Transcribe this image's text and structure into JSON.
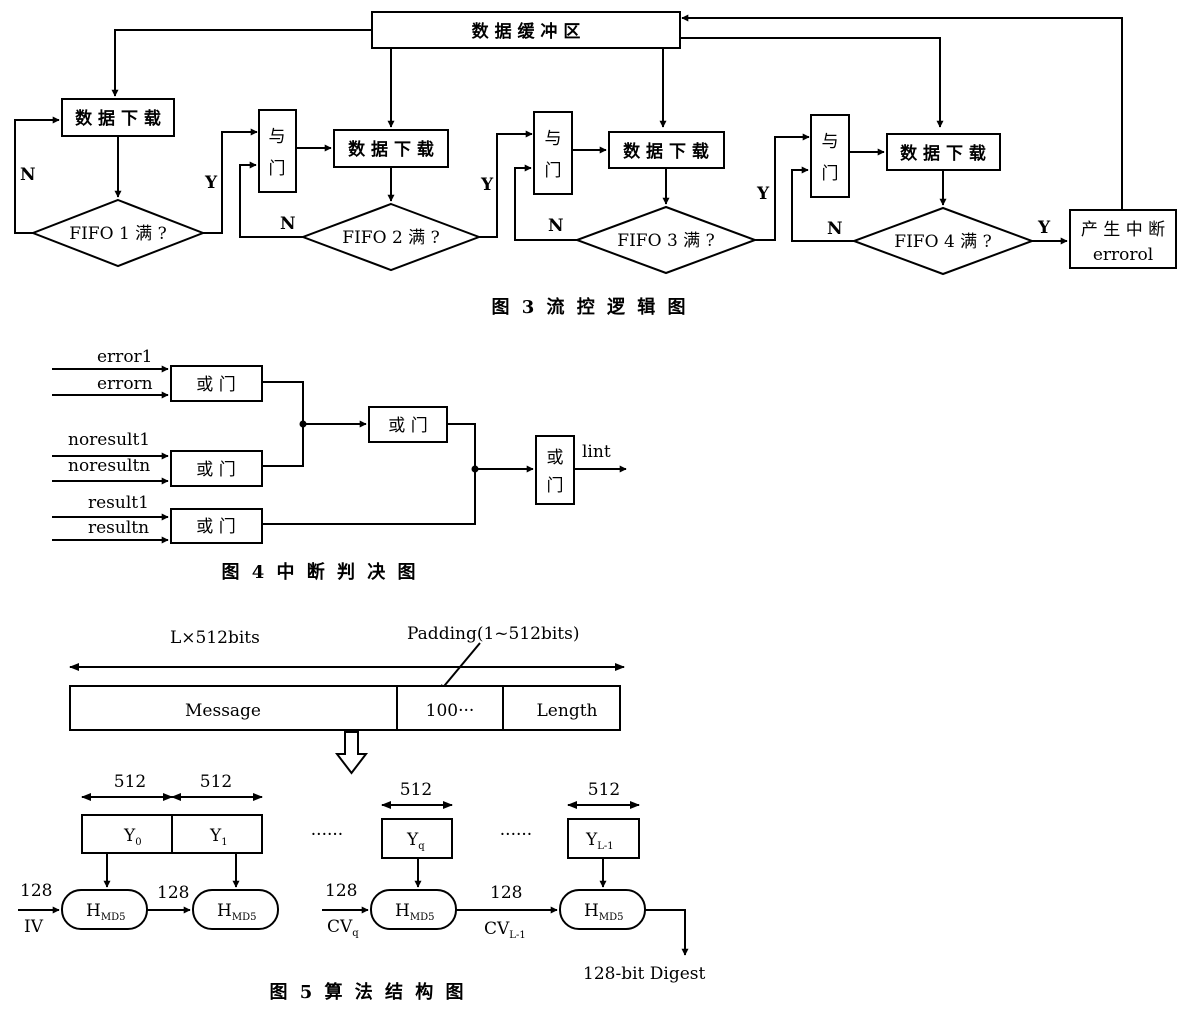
{
  "fig3": {
    "buffer": "数 据 缓 冲 区",
    "download": "数 据 下 载",
    "and_gate": [
      "与",
      "门"
    ],
    "fifo1": "FIFO  1 满 ?",
    "fifo2": "FIFO  2 满 ?",
    "fifo3": "FIFO  3 满 ?",
    "fifo4": "FIFO  4 满 ?",
    "yes": "Y",
    "no": "N",
    "interrupt": "产 生 中 断",
    "errorol": "errorol",
    "caption": "图 3  流 控 逻 辑 图"
  },
  "fig4": {
    "or_gate": "或 门",
    "or_gate_v": [
      "或",
      "门"
    ],
    "inputs": [
      "error1",
      "errorn",
      "noresult1",
      "noresultn",
      "result1",
      "resultn"
    ],
    "output": "lint",
    "caption": "图 4  中 断 判 决 图"
  },
  "fig5": {
    "total": "L×512bits",
    "padding": "Padding(1~512bits)",
    "message": "Message",
    "pad_value": "100···",
    "length": "Length",
    "block": "512",
    "y0": "Y",
    "y0_sub": "0",
    "y1": "Y",
    "y1_sub": "1",
    "yq": "Y",
    "yq_sub": "q",
    "yl": "Y",
    "yl_sub": "L-1",
    "dots": "······",
    "h": "H",
    "h_sub": "MD5",
    "w128": "128",
    "iv": "IV",
    "cvq": "CV",
    "cvq_sub": "q",
    "cvl": "CV",
    "cvl_sub": "L-1",
    "digest": "128-bit  Digest",
    "caption": "图 5  算 法 结 构 图"
  }
}
